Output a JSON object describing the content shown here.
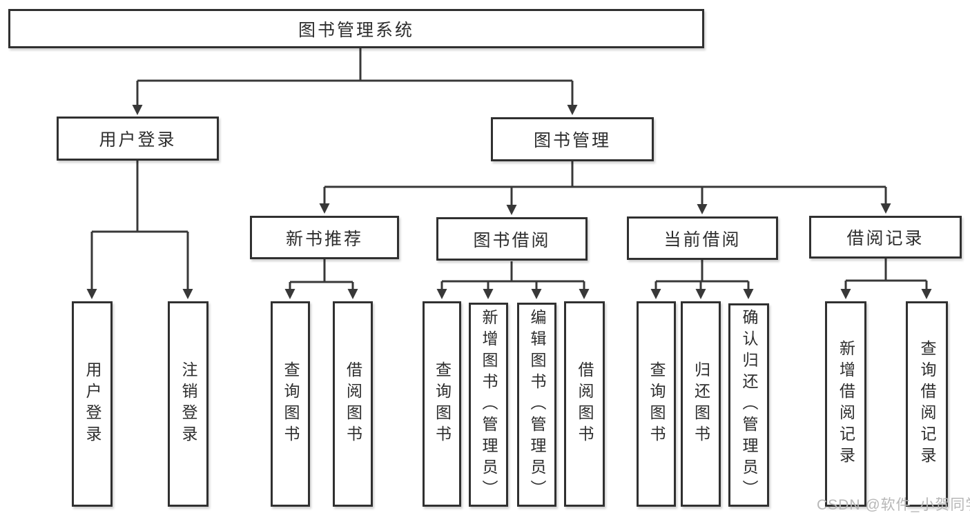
{
  "diagram": {
    "root": {
      "label": "图书管理系统"
    },
    "level2": [
      {
        "id": "user-login",
        "label": "用户登录"
      },
      {
        "id": "book-management",
        "label": "图书管理"
      }
    ],
    "level3": [
      {
        "id": "new-book-recommend",
        "label": "新书推荐",
        "parent": "book-management"
      },
      {
        "id": "book-borrow",
        "label": "图书借阅",
        "parent": "book-management"
      },
      {
        "id": "current-borrow",
        "label": "当前借阅",
        "parent": "book-management"
      },
      {
        "id": "borrow-record",
        "label": "借阅记录",
        "parent": "book-management"
      }
    ],
    "leaves": [
      {
        "id": "leaf-user-login",
        "label": "用户登录",
        "parent": "user-login"
      },
      {
        "id": "leaf-logout",
        "label": "注销登录",
        "parent": "user-login"
      },
      {
        "id": "leaf-query-book-1",
        "label": "查询图书",
        "parent": "new-book-recommend"
      },
      {
        "id": "leaf-borrow-book-1",
        "label": "借阅图书",
        "parent": "new-book-recommend"
      },
      {
        "id": "leaf-query-book-2",
        "label": "查询图书",
        "parent": "book-borrow"
      },
      {
        "id": "leaf-add-book-admin",
        "label": "新增图书（管理员）",
        "parent": "book-borrow"
      },
      {
        "id": "leaf-edit-book-admin",
        "label": "编辑图书（管理员）",
        "parent": "book-borrow"
      },
      {
        "id": "leaf-borrow-book-2",
        "label": "借阅图书",
        "parent": "book-borrow"
      },
      {
        "id": "leaf-query-book-3",
        "label": "查询图书",
        "parent": "current-borrow"
      },
      {
        "id": "leaf-return-book",
        "label": "归还图书",
        "parent": "current-borrow"
      },
      {
        "id": "leaf-confirm-return-admin",
        "label": "确认归还（管理员）",
        "parent": "current-borrow"
      },
      {
        "id": "leaf-add-borrow-record",
        "label": "新增借阅记录",
        "parent": "borrow-record"
      },
      {
        "id": "leaf-query-borrow-record",
        "label": "查询借阅记录",
        "parent": "borrow-record"
      }
    ]
  },
  "watermark": {
    "text": "CSDN @软件_小贺同学"
  },
  "colors": {
    "background": "#ffffff",
    "line": "#383838",
    "box_border": "#303030",
    "text": "#2d2d2d",
    "watermark": "#b7b7b7"
  }
}
